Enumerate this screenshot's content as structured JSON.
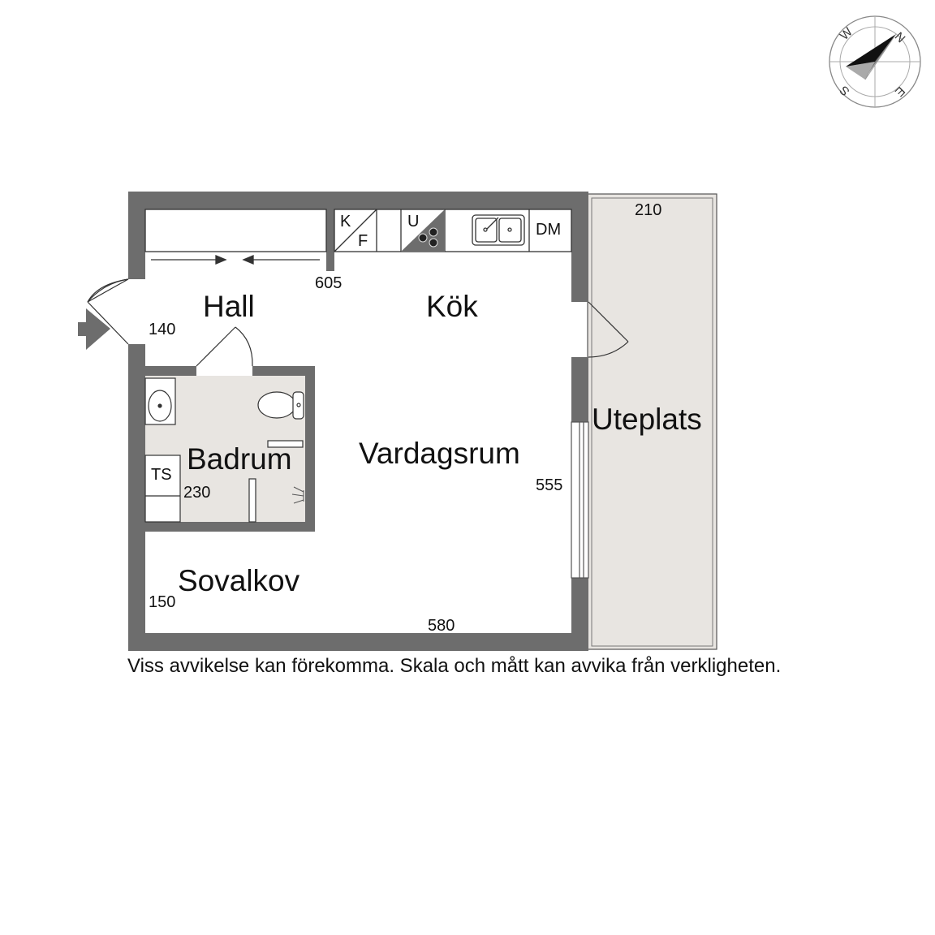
{
  "rooms": {
    "hall": "Hall",
    "kok": "Kök",
    "badrum": "Badrum",
    "vardagsrum": "Vardagsrum",
    "sovalkov": "Sovalkov",
    "uteplats": "Uteplats"
  },
  "dimensions": {
    "kitchen_width": "605",
    "hall_width": "140",
    "bath_width": "230",
    "living_depth": "555",
    "alcove_width": "150",
    "total_width": "580",
    "terrace_width": "210"
  },
  "fixtures": {
    "fridge_k": "K",
    "fridge_f": "F",
    "oven": "U",
    "dishwasher": "DM",
    "washer": "TS"
  },
  "compass": {
    "north": "N",
    "south": "S",
    "east": "E",
    "west": "W"
  },
  "colors": {
    "wall": "#6d6d6d",
    "floor_tint": "#e8e5e1",
    "background": "#ffffff"
  },
  "disclaimer": "Viss avvikelse kan förekomma. Skala och mått kan avvika från verkligheten."
}
